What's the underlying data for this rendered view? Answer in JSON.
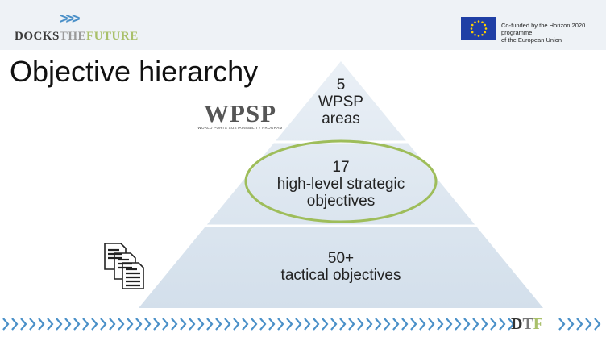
{
  "header": {
    "logo_arrows": ">>>",
    "logo_docks": "DOCKS",
    "logo_the": "THE",
    "logo_future": "FUTURE",
    "eu_line1": "Co-funded by the Horizon 2020 programme",
    "eu_line2": "of the European Union"
  },
  "title": "Objective hierarchy",
  "pyramid": {
    "tier1": {
      "line1": "5",
      "line2": "WPSP",
      "line3": "areas"
    },
    "tier2": {
      "line1": "17",
      "line2": "high-level strategic",
      "line3": "objectives"
    },
    "tier3": {
      "line1": "50+",
      "line2": "tactical objectives"
    }
  },
  "wpsp_logo": {
    "letters": "WPSP",
    "subtitle": "WORLD PORTS SUSTAINABILITY PROGRAM"
  },
  "footer": {
    "d": "D",
    "t": "T",
    "f": "F"
  },
  "colors": {
    "pyramid_fill": "#dde7f0",
    "tier_divider": "#ffffff",
    "ellipse_stroke": "#9ebd5a",
    "chevron_blue": "#4a90c8",
    "eu_blue": "#1f3fa5",
    "eu_star": "#ffd200"
  }
}
